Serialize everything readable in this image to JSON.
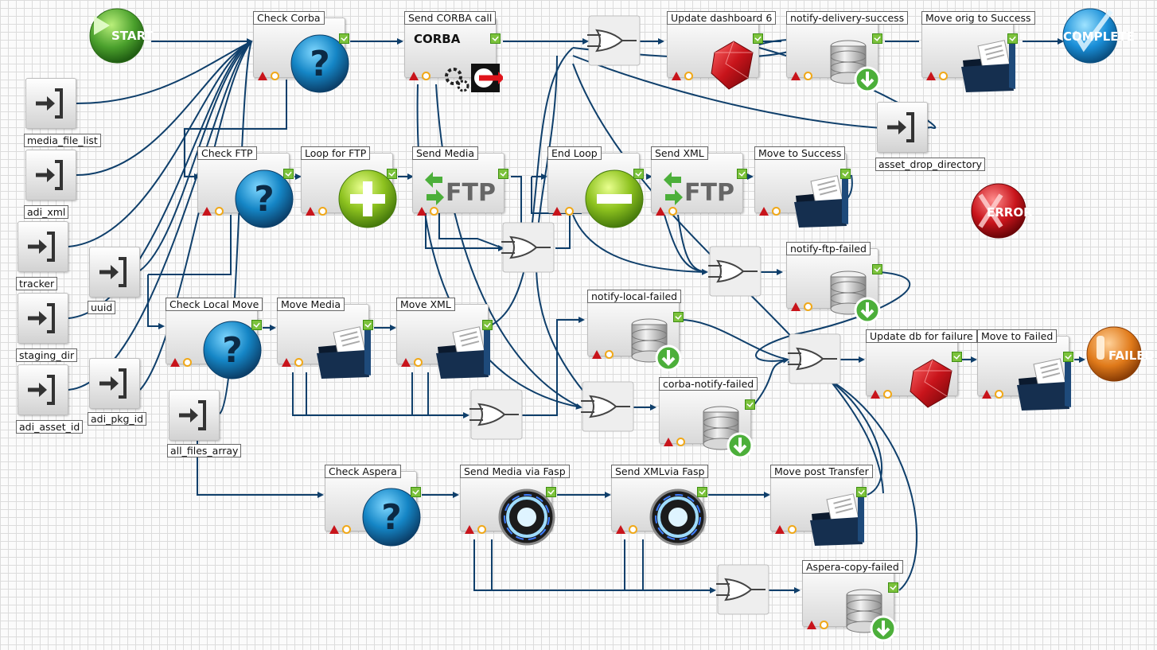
{
  "terminals": {
    "start": {
      "label": "START",
      "color": "#4aa02c"
    },
    "complete": {
      "label": "COMPLETE",
      "color": "#1a8fd8"
    },
    "error": {
      "label": "ERROR",
      "color": "#c8141b"
    },
    "failed": {
      "label": "FAILED",
      "color": "#e07a1a"
    }
  },
  "variables": [
    {
      "name": "media_file_list"
    },
    {
      "name": "adi_xml"
    },
    {
      "name": "tracker"
    },
    {
      "name": "staging_dir"
    },
    {
      "name": "adi_asset_id"
    },
    {
      "name": "uuid"
    },
    {
      "name": "adi_pkg_id"
    },
    {
      "name": "all_files_array"
    },
    {
      "name": "asset_drop_directory"
    }
  ],
  "nodes": [
    {
      "id": "check-corba",
      "label": "Check Corba",
      "icon": "question-icon"
    },
    {
      "id": "send-corba-call",
      "label": "Send CORBA call",
      "icon": "corba-icon",
      "icon_text": "CORBA"
    },
    {
      "id": "update-dashboard-6",
      "label": "Update dashboard 6",
      "icon": "ruby-icon"
    },
    {
      "id": "notify-delivery-success",
      "label": "notify-delivery-success",
      "icon": "database-icon"
    },
    {
      "id": "move-orig-to-success",
      "label": "Move orig to Success",
      "icon": "folder-icon"
    },
    {
      "id": "check-ftp",
      "label": "Check FTP",
      "icon": "question-icon"
    },
    {
      "id": "loop-for-ftp",
      "label": "Loop for FTP",
      "icon": "plus-icon"
    },
    {
      "id": "send-media",
      "label": "Send Media",
      "icon": "ftp-icon",
      "icon_text": "FTP"
    },
    {
      "id": "end-loop",
      "label": "End Loop",
      "icon": "minus-icon"
    },
    {
      "id": "send-xml",
      "label": "Send XML",
      "icon": "ftp-icon",
      "icon_text": "FTP"
    },
    {
      "id": "move-to-success",
      "label": "Move to Success",
      "icon": "folder-icon"
    },
    {
      "id": "notify-ftp-failed",
      "label": "notify-ftp-failed",
      "icon": "database-icon"
    },
    {
      "id": "check-local-move",
      "label": "Check Local Move",
      "icon": "question-icon"
    },
    {
      "id": "move-media",
      "label": "Move Media",
      "icon": "folder-icon"
    },
    {
      "id": "move-xml",
      "label": "Move XML",
      "icon": "folder-icon"
    },
    {
      "id": "notify-local-failed",
      "label": "notify-local-failed",
      "icon": "database-icon"
    },
    {
      "id": "corba-notify-failed",
      "label": "corba-notify-failed",
      "icon": "database-icon"
    },
    {
      "id": "update-db-for-failure",
      "label": "Update db for failure",
      "icon": "ruby-icon"
    },
    {
      "id": "move-to-failed",
      "label": "Move to Failed",
      "icon": "folder-icon"
    },
    {
      "id": "check-aspera",
      "label": "Check Aspera",
      "icon": "question-icon"
    },
    {
      "id": "send-media-via-fasp",
      "label": "Send Media via Fasp",
      "icon": "aspera-icon"
    },
    {
      "id": "send-xmlvia-fasp",
      "label": "Send XMLvia Fasp",
      "icon": "aspera-icon"
    },
    {
      "id": "move-post-transfer",
      "label": "Move post Transfer",
      "icon": "folder-icon"
    },
    {
      "id": "aspera-copy-failed",
      "label": "Aspera-copy-failed",
      "icon": "database-icon"
    }
  ],
  "colors": {
    "connector": "#0f3f6b",
    "success_port": "#7cc23c",
    "error_port": "#c8141b",
    "wait_port": "#f0a818"
  }
}
